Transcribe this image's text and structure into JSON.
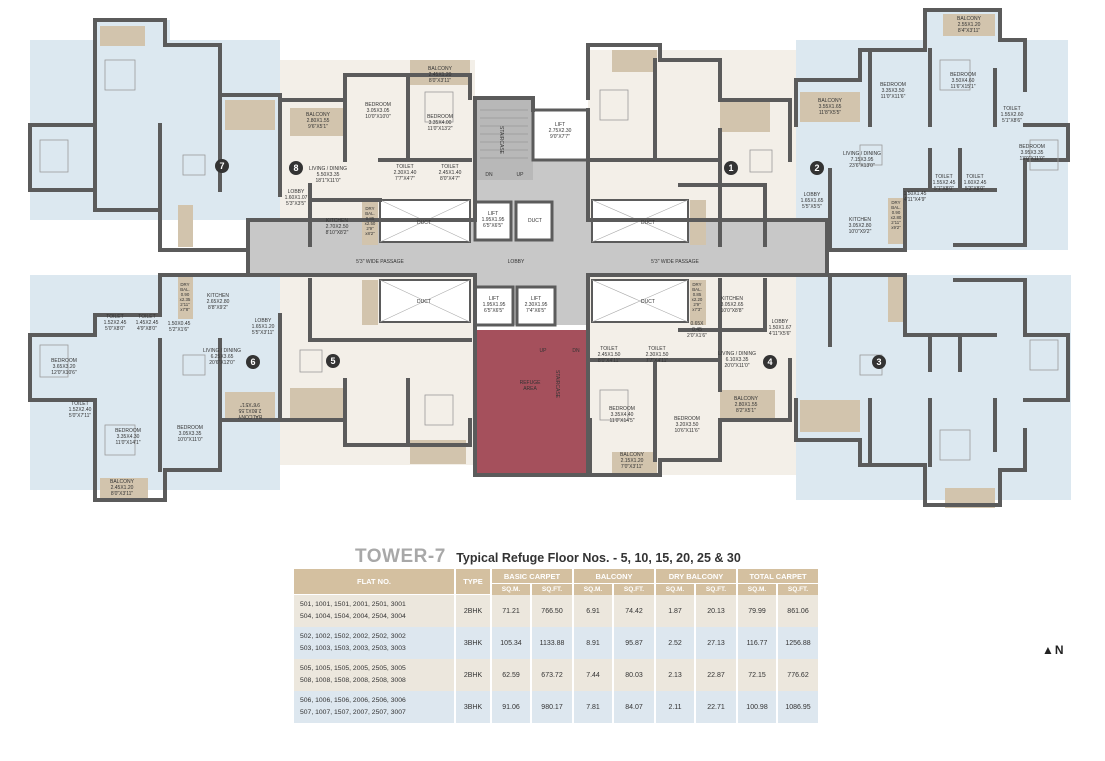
{
  "plan": {
    "flat_numbers": [
      "1",
      "2",
      "3",
      "4",
      "5",
      "6",
      "7",
      "8"
    ],
    "rooms": {
      "f8_bal": [
        "BALCONY",
        "2.80X1.55",
        "9'6\"X5'1\""
      ],
      "f8_bed1": [
        "BEDROOM",
        "3.05X3.05",
        "10'0\"X10'0\""
      ],
      "f8_bal2": [
        "BALCONY",
        "2.45X1.20",
        "8'0\"X3'11\""
      ],
      "f8_bed2": [
        "BEDROOM",
        "3.35X4.00",
        "11'0\"X13'2\""
      ],
      "f8_living": [
        "LIVING / DINING",
        "5.50X3.35",
        "18'1\"X11'0\""
      ],
      "f8_toilet1": [
        "TOILET",
        "2.30X1.40",
        "7'7\"X4'7\""
      ],
      "f8_toilet2": [
        "TOILET",
        "2.45X1.40",
        "8'0\"X4'7\""
      ],
      "f8_lobby": [
        "LOBBY",
        "1.60X1.07",
        "5'3\"X3'5\""
      ],
      "f8_kitchen": [
        "KITCHEN",
        "2.70X2.50",
        "8'10\"X8'2\""
      ],
      "f8_drybal": [
        "DRY",
        "BAL.",
        "0.85",
        "x2.50",
        "2'9\"",
        "x8'2\""
      ],
      "lift_top": [
        "LIFT",
        "2.75X2.30",
        "9'0\"X7'7\""
      ],
      "lift_m1": [
        "LIFT",
        "1.95X1.95",
        "6'5\"X6'5\""
      ],
      "lift_b1": [
        "LIFT",
        "1.95X1.95",
        "6'5\"X6'5\""
      ],
      "lift_b2": [
        "LIFT",
        "2.30X1.95",
        "7'4\"X6'5\""
      ],
      "f2_bal_top": [
        "BALCONY",
        "2.55X1.20",
        "8'4\"X3'11\""
      ],
      "f2_bed1": [
        "BEDROOM",
        "3.35X3.50",
        "11'0\"X11'6\""
      ],
      "f2_bed2": [
        "BEDROOM",
        "3.50X4.60",
        "11'6\"X15'1\""
      ],
      "f2_toilet_r": [
        "TOILET",
        "1.55X2.60",
        "5'1\"X8'6\""
      ],
      "f2_bal": [
        "BALCONY",
        "3.55X1.65",
        "11'8\"X5'5\""
      ],
      "f2_bed3": [
        "BEDROOM",
        "3.95X3.35",
        "13'0\"X11'0\""
      ],
      "f2_living": [
        "LIVING / DINING",
        "7.15X3.95",
        "23'6\"X13'0\""
      ],
      "f2_toilet1": [
        "TOILET",
        "1.55X2.45",
        "5'1\"X8'0\""
      ],
      "f2_toilet2": [
        "TOILET",
        "1.60X2.45",
        "5'3\"X8'0\""
      ],
      "f2_lobby": [
        "LOBBY",
        "1.65X1.65",
        "5'5\"X5'5\""
      ],
      "f2_small": [
        "1.50X1.45",
        "4'11\"X4'9\""
      ],
      "f2_kitchen": [
        "KITCHEN",
        "3.05X2.80",
        "10'0\"X9'2\""
      ],
      "f2_drybal": [
        "DRY",
        "BAL.",
        "0.90",
        "x2.80",
        "2'11\"",
        "x9'2\""
      ],
      "passage_l": "5'3\" WIDE PASSAGE",
      "passage_r": "5'3\" WIDE PASSAGE",
      "lobby_c": "LOBBY",
      "duct": "DUCT",
      "staircase": "STAIRCASE",
      "dn": "DN",
      "up": "UP",
      "refuge": [
        "REFUGE",
        "AREA"
      ],
      "f6_drybal": [
        "DRY",
        "BAL.",
        "0.90",
        "x2.35",
        "2'11\"",
        "x7'8\""
      ],
      "f6_kitchen": [
        "KITCHEN",
        "2.65X2.80",
        "8'8\"X9'2\""
      ],
      "f6_toilet1": [
        "TOILET",
        "1.52X2.45",
        "5'0\"X8'0\""
      ],
      "f6_toilet2": [
        "TOILET",
        "1.45X2.45",
        "4'9\"X8'0\""
      ],
      "f6_small": [
        "1.50X0.45",
        "5'2\"X1'6\""
      ],
      "f6_lobby": [
        "LOBBY",
        "1.65X1.20",
        "5'5\"X3'11\""
      ],
      "f6_bed1": [
        "BEDROOM",
        "3.65X3.20",
        "12'0\"X10'6\""
      ],
      "f6_living": [
        "LIVING / DINING",
        "6.25X3.65",
        "20'6\"X12'0\""
      ],
      "f6_toilet3": [
        "TOILET",
        "1.52X2.40",
        "5'0\"X7'11\""
      ],
      "f6_bed2": [
        "BEDROOM",
        "3.35X4.30",
        "11'0\"X14'1\""
      ],
      "f6_bed3": [
        "BEDROOM",
        "3.05X3.35",
        "10'0\"X11'0\""
      ],
      "f6_bal": [
        "BALCONY",
        "2.45X1.20",
        "8'0\"X3'11\""
      ],
      "f5_mirror": [
        "BALCONY",
        "2.80X1.55",
        "9'6\"X5'1\""
      ],
      "f4_drybal": [
        "DRY",
        "BAL.",
        "0.85",
        "x2.20",
        "2'9\"",
        "x7'3\""
      ],
      "f4_small": [
        "0.65X",
        "0.45",
        "2'0\"X1'6\""
      ],
      "f4_kitchen": [
        "KITCHEN",
        "3.05X2.65",
        "10'0\"X8'8\""
      ],
      "f4_lobby": [
        "LOBBY",
        "1.50X1.67",
        "4'11\"X5'6\""
      ],
      "f4_toilet1": [
        "TOILET",
        "2.45X1.50",
        "8'0\"X4'11\""
      ],
      "f4_toilet2": [
        "TOILET",
        "2.30X1.50",
        "7'7\"X4'11\""
      ],
      "f4_living": [
        "LIVING / DINING",
        "6.10X3.35",
        "20'0\"X11'0\""
      ],
      "f4_bed1": [
        "BEDROOM",
        "3.35X4.40",
        "11'0\"X14'5\""
      ],
      "f4_bed2": [
        "BEDROOM",
        "3.20X3.50",
        "10'6\"X11'6\""
      ],
      "f4_bal": [
        "BALCONY",
        "2.80X1.55",
        "8'2\"X5'1\""
      ],
      "f4_bal2": [
        "BALCONY",
        "2.15X1.20",
        "7'0\"X3'11\""
      ]
    }
  },
  "heading": {
    "tower": "TOWER-7",
    "subtitle": "Typical Refuge Floor Nos. - 5, 10, 15, 20, 25 & 30"
  },
  "table": {
    "headers": {
      "flat_no": "FLAT NO.",
      "type": "TYPE",
      "basic_carpet": "BASIC CARPET",
      "balcony": "BALCONY",
      "dry_balcony": "DRY BALCONY",
      "total_carpet": "TOTAL CARPET",
      "sqm": "SQ.M.",
      "sqft": "SQ.FT."
    },
    "rows": [
      {
        "flats1": "501, 1001, 1501, 2001, 2501, 3001",
        "flats2": "504, 1004, 1504, 2004, 2504, 3004",
        "type": "2BHK",
        "bc_sqm": "71.21",
        "bc_sqft": "766.50",
        "bal_sqm": "6.91",
        "bal_sqft": "74.42",
        "dry_sqm": "1.87",
        "dry_sqft": "20.13",
        "tot_sqm": "79.99",
        "tot_sqft": "861.06"
      },
      {
        "flats1": "502, 1002, 1502, 2002, 2502, 3002",
        "flats2": "503, 1003, 1503, 2003, 2503, 3003",
        "type": "3BHK",
        "bc_sqm": "105.34",
        "bc_sqft": "1133.88",
        "bal_sqm": "8.91",
        "bal_sqft": "95.87",
        "dry_sqm": "2.52",
        "dry_sqft": "27.13",
        "tot_sqm": "116.77",
        "tot_sqft": "1256.88"
      },
      {
        "flats1": "505, 1005, 1505, 2005, 2505, 3005",
        "flats2": "508, 1008, 1508, 2008, 2508, 3008",
        "type": "2BHK",
        "bc_sqm": "62.59",
        "bc_sqft": "673.72",
        "bal_sqm": "7.44",
        "bal_sqft": "80.03",
        "dry_sqm": "2.13",
        "dry_sqft": "22.87",
        "tot_sqm": "72.15",
        "tot_sqft": "776.62"
      },
      {
        "flats1": "506, 1006, 1506, 2006, 2506, 3006",
        "flats2": "507, 1007, 1507, 2007, 2507, 3007",
        "type": "3BHK",
        "bc_sqm": "91.06",
        "bc_sqft": "980.17",
        "bal_sqm": "7.81",
        "bal_sqft": "84.07",
        "dry_sqm": "2.11",
        "dry_sqft": "22.71",
        "tot_sqm": "100.98",
        "tot_sqft": "1086.95"
      }
    ]
  },
  "north": "N",
  "colors": {
    "wall": "#5b5b5b",
    "flat_blue": "#dce8f0",
    "flat_beige": "#f3efe8",
    "balcony": "#d2c4ad",
    "lobby": "#c8c8c8",
    "refuge": "#a5505c",
    "badge": "#333333",
    "header": "#d4c0a0"
  }
}
